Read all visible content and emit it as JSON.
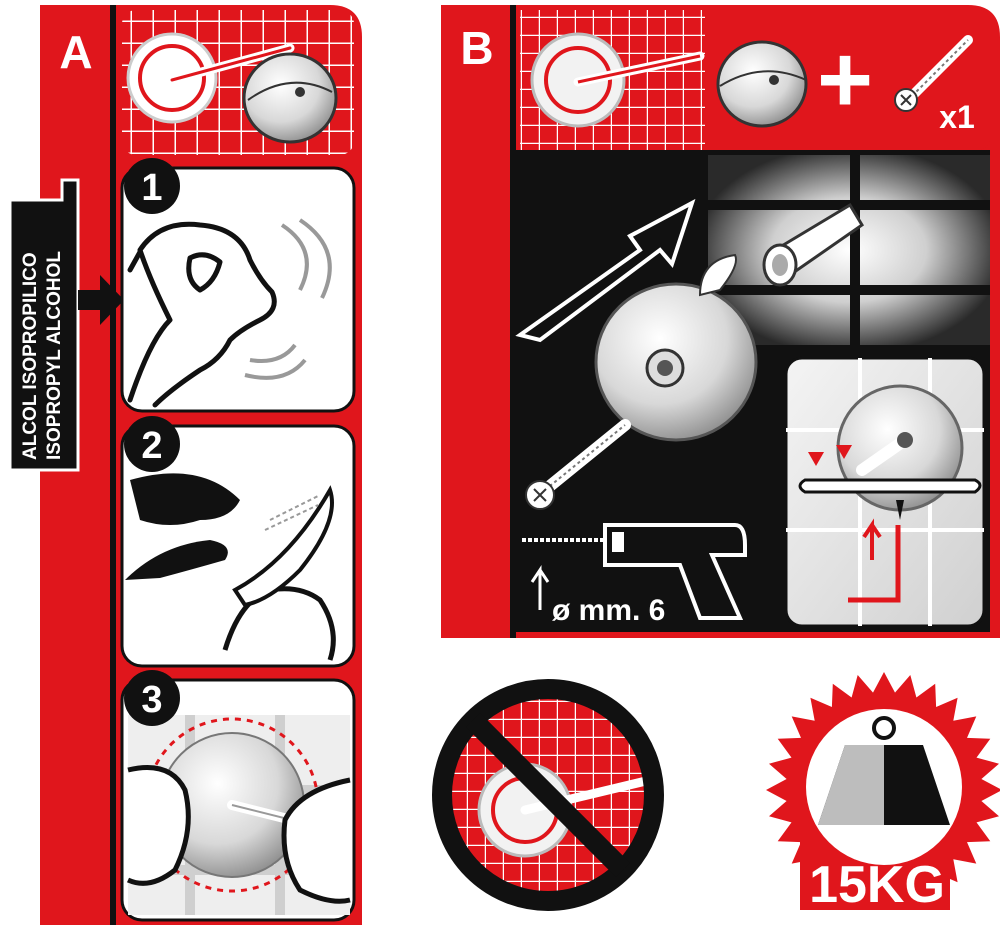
{
  "panel_a": {
    "label": "A",
    "side_label_line1": "ALCOL ISOPROPILICO",
    "side_label_line2": "ISOPROPYL ALCOHOL",
    "steps": [
      "1",
      "2",
      "3"
    ]
  },
  "panel_b": {
    "label": "B",
    "plus_symbol": "+",
    "screw_quantity": "x1",
    "drill_diameter": "ø mm. 6"
  },
  "badge": {
    "weight": "15KG"
  },
  "colors": {
    "red": "#e0161c",
    "black": "#111111",
    "white": "#ffffff"
  },
  "icons": [
    "suction-hook-icon",
    "hook-disc-icon",
    "screw-icon",
    "wall-plug-icon",
    "drill-icon",
    "allen-key-icon",
    "hand-icon",
    "weight-icon",
    "prohibited-icon"
  ]
}
